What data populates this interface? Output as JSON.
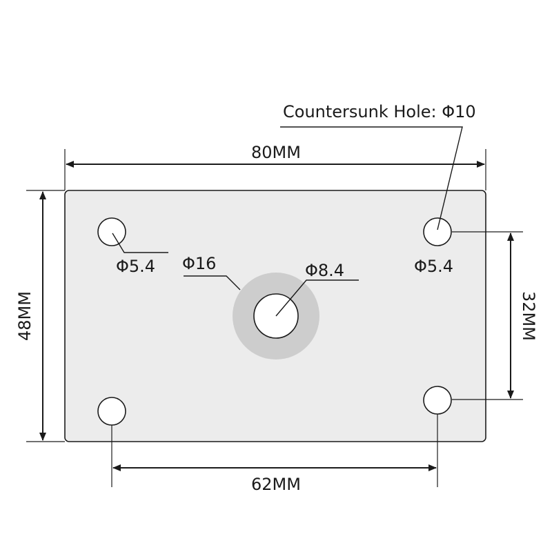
{
  "diagram": {
    "colors": {
      "plate_fill": "#ececec",
      "stroke": "#1a1a1a",
      "countersink_ring": "#cdcdcd",
      "hole_fill": "#ffffff"
    },
    "labels": {
      "callout": "Countersunk Hole: Φ10",
      "width": "80MM",
      "height": "48MM",
      "hole_spacing_x": "62MM",
      "hole_spacing_y": "32MM",
      "hole_top_left": "Φ5.4",
      "hole_top_right": "Φ5.4",
      "countersink_outer": "Φ16",
      "center_hole": "Φ8.4"
    }
  }
}
